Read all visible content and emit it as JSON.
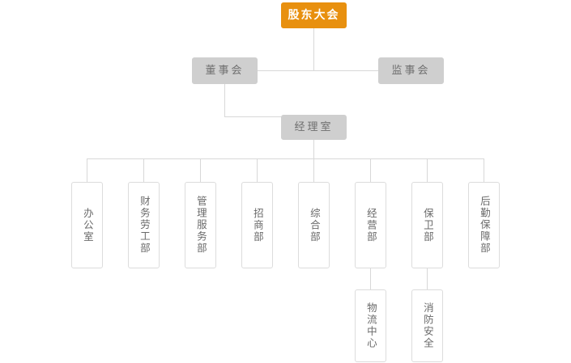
{
  "chart_title": "",
  "colors": {
    "root_fill": "#e8900f",
    "root_text": "#ffffff",
    "level_fill": "#cfcfcf",
    "level_text": "#6e6e6e",
    "dept_border": "#dcdcdc",
    "dept_text": "#6a6a6a",
    "connector": "#d8d8d8",
    "background": "#ffffff"
  },
  "nodes": {
    "root": {
      "label": "股东大会"
    },
    "board": {
      "label": "董事会"
    },
    "supervisors": {
      "label": "监事会"
    },
    "manager": {
      "label": "经理室"
    }
  },
  "departments": [
    {
      "label": "办公室"
    },
    {
      "label": "财务劳工部"
    },
    {
      "label": "管理服务部"
    },
    {
      "label": "招商部"
    },
    {
      "label": "综合部"
    },
    {
      "label": "经营部"
    },
    {
      "label": "保卫部"
    },
    {
      "label": "后勤保障部"
    }
  ],
  "subdepartments": [
    {
      "label": "物流中心",
      "parent": "经营部"
    },
    {
      "label": "消防安全",
      "parent": "保卫部"
    }
  ]
}
